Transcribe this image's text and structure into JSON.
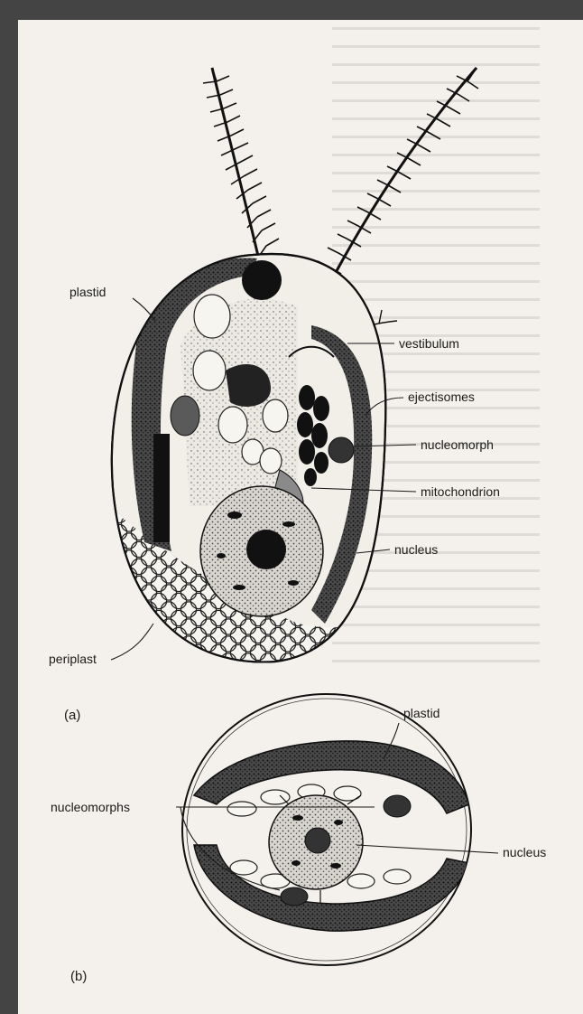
{
  "figure_a": {
    "panel_label": "(a)",
    "labels": {
      "plastid": "plastid",
      "vestibulum": "vestibulum",
      "ejectisomes": "ejectisomes",
      "nucleomorph": "nucleomorph",
      "mitochondrion": "mitochondrion",
      "nucleus": "nucleus",
      "periplast": "periplast"
    }
  },
  "figure_b": {
    "panel_label": "(b)",
    "labels": {
      "plastid": "plastid",
      "nucleomorphs": "nucleomorphs",
      "nucleus": "nucleus"
    }
  },
  "colors": {
    "frame": "#444444",
    "paper": "#f4f1ec",
    "ink": "#1a1a1a"
  }
}
